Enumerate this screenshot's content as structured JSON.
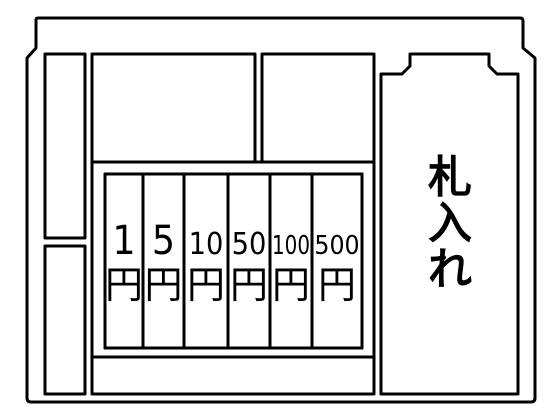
{
  "coin_slots": [
    {
      "value": "1",
      "unit": "円"
    },
    {
      "value": "5",
      "unit": "円"
    },
    {
      "value": "10",
      "unit": "円"
    },
    {
      "value": "50",
      "unit": "円"
    },
    {
      "value": "100",
      "unit": "円"
    },
    {
      "value": "500",
      "unit": "円"
    }
  ],
  "bill_slot": {
    "chars": [
      "札",
      "入",
      "れ"
    ]
  }
}
